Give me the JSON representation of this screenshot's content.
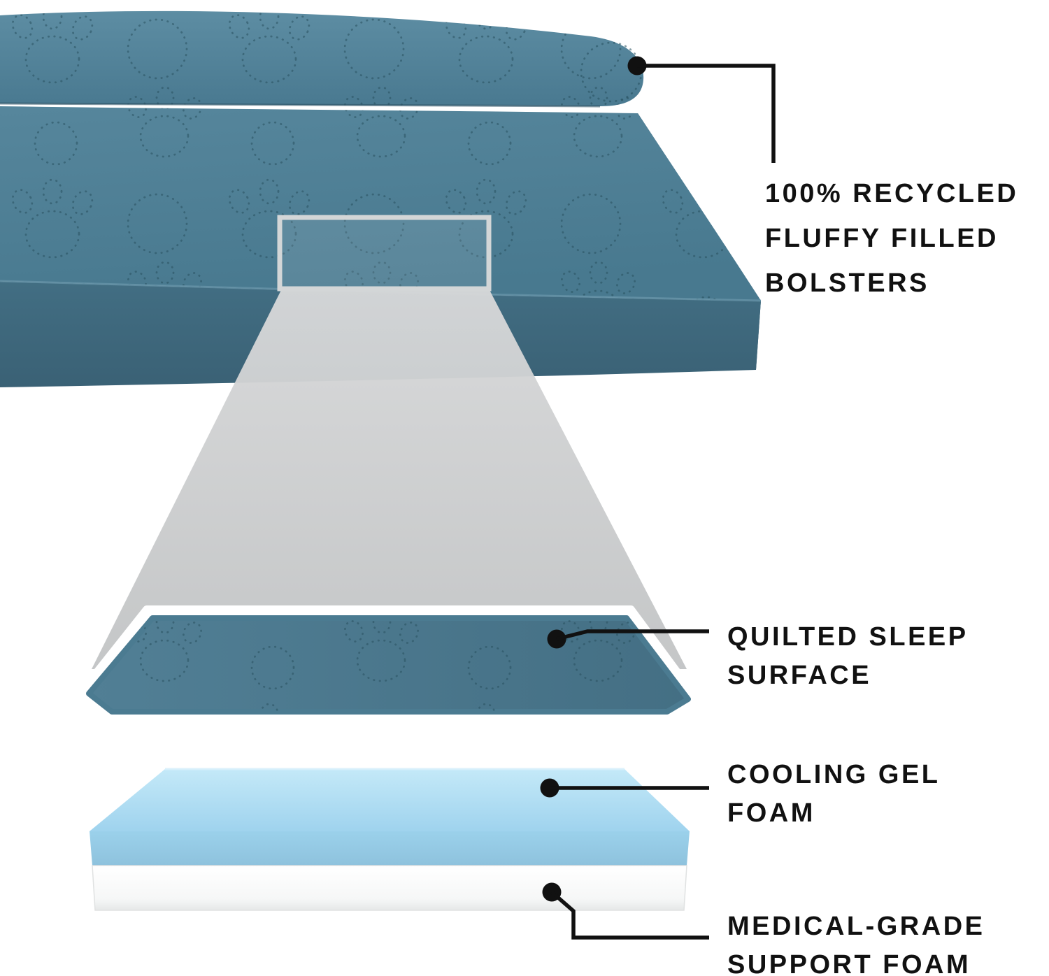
{
  "figure": {
    "kind": "product-infographic",
    "subject": "Pet sofa bed construction cutaway"
  },
  "colors": {
    "background": "#ffffff",
    "bed_top": "#4e7f95",
    "bed_front": "#3e6a7f",
    "bed_side": "#32566a",
    "stitching": "#27505f",
    "zoom_beam_gray": "#cbcdce",
    "quilted_layer_teal": "#4b7b91",
    "cooling_gel_blue": "#a5d8f1",
    "support_foam_white": "#ffffff",
    "callout_black": "#111111"
  },
  "callouts": {
    "bolsters": {
      "label": "100% RECYCLED\nFLUFFY FILLED\nBOLSTERS"
    },
    "sleep_surface": {
      "label": "QUILTED SLEEP\nSURFACE"
    },
    "cooling_gel": {
      "label": "COOLING GEL\nFOAM"
    },
    "support_foam": {
      "label": "MEDICAL-GRADE\nSUPPORT FOAM"
    }
  }
}
